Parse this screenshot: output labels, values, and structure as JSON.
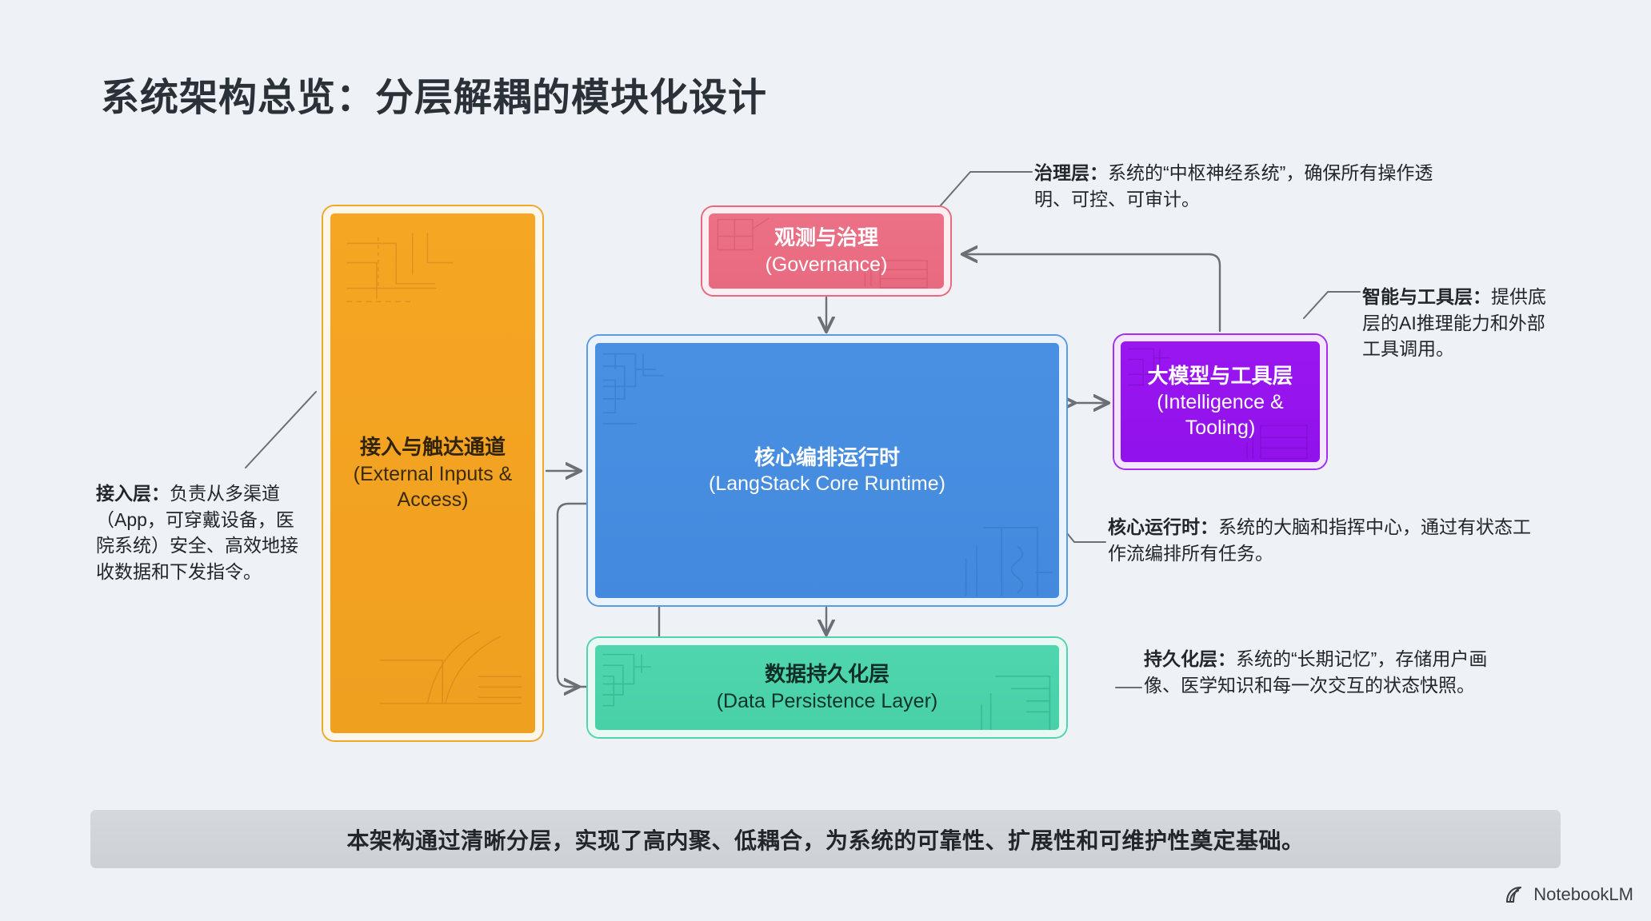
{
  "title": "系统架构总览：分层解耦的模块化设计",
  "nodes": {
    "inputs": {
      "cn": "接入与触达通道",
      "en_line1": "(External Inputs &",
      "en_line2": "Access)",
      "color": "#f5a623"
    },
    "governance": {
      "cn": "观测与治理",
      "en_line1": "(Governance)",
      "en_line2": "",
      "color": "#ec7186"
    },
    "core": {
      "cn": "核心编排运行时",
      "en_line1": "(LangStack Core Runtime)",
      "en_line2": "",
      "color": "#4a90e2"
    },
    "ai": {
      "cn": "大模型与工具层",
      "en_line1": "(Intelligence &",
      "en_line2": "Tooling)",
      "color": "#9b16f0"
    },
    "data": {
      "cn": "数据持久化层",
      "en_line1": "(Data Persistence Layer)",
      "en_line2": "",
      "color": "#4fd6ae"
    }
  },
  "annotations": {
    "access": {
      "label": "接入层：",
      "body": "负责从多渠道（App，可穿戴设备，医院系统）安全、高效地接收数据和下发指令。"
    },
    "governance": {
      "label": "治理层：",
      "body": "系统的“中枢神经系统”，确保所有操作透明、可控、可审计。"
    },
    "ai": {
      "label": "智能与工具层：",
      "body": "提供底层的AI推理能力和外部工具调用。"
    },
    "core": {
      "label": "核心运行时：",
      "body": "系统的大脑和指挥中心，通过有状态工作流编排所有任务。"
    },
    "data": {
      "label": "持久化层：",
      "body": "系统的“长期记忆”，存储用户画像、医学知识和每一次交互的状态快照。"
    }
  },
  "banner": "本架构通过清晰分层，实现了高内聚、低耦合，为系统的可靠性、扩展性和可维护性奠定基础。",
  "watermark": "NotebookLM"
}
